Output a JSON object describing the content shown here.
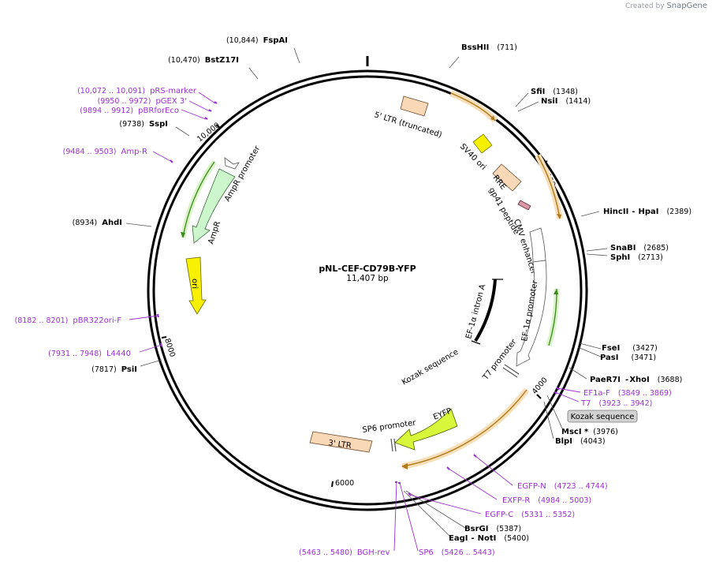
{
  "watermark": {
    "prefix": "Created by",
    "brand": "SnapGene"
  },
  "plasmid": {
    "name": "pNL-CEF-CD79B-YFP",
    "size_label": "11,407 bp"
  },
  "ticks": [
    "2000",
    "4000",
    "6000",
    "8000",
    "10,000"
  ],
  "sites": [
    {
      "name": "FspAI",
      "pos": "(10,844)"
    },
    {
      "name": "BstZ17I",
      "pos": "(10,470)"
    },
    {
      "name": "SspI",
      "pos": "(9738)"
    },
    {
      "name": "AhdI",
      "pos": "(8934)"
    },
    {
      "name": "PsiI",
      "pos": "(7817)"
    },
    {
      "name": "BssHII",
      "pos": "(711)"
    },
    {
      "name": "SfiI",
      "pos": "(1348)"
    },
    {
      "name": "NsiI",
      "pos": "(1414)"
    },
    {
      "name": "HincII",
      "name2": "HpaI",
      "pos": "(2389)"
    },
    {
      "name": "SnaBI",
      "pos": "(2685)"
    },
    {
      "name": "SphI",
      "pos": "(2713)"
    },
    {
      "name": "FseI",
      "pos": "(3427)"
    },
    {
      "name": "PasI",
      "pos": "(3471)"
    },
    {
      "name": "PaeR7I",
      "name2": "XhoI",
      "pos": "(3688)"
    },
    {
      "name": "MscI *",
      "pos": "(3976)"
    },
    {
      "name": "BlpI",
      "pos": "(4043)"
    },
    {
      "name": "BsrGI",
      "pos": "(5387)"
    },
    {
      "name": "EagI",
      "name2": "NotI",
      "pos": "(5400)"
    }
  ],
  "primers": [
    {
      "name": "pRS-marker",
      "pos": "(10,072 .. 10,091)"
    },
    {
      "name": "pGEX 3'",
      "pos": "(9950 .. 9972)"
    },
    {
      "name": "pBRforEco",
      "pos": "(9894 .. 9912)"
    },
    {
      "name": "Amp-R",
      "pos": "(9484 .. 9503)"
    },
    {
      "name": "pBR322ori-F",
      "pos": "(8182 .. 8201)"
    },
    {
      "name": "L4440",
      "pos": "(7931 .. 7948)"
    },
    {
      "name": "EF1a-F",
      "pos": "(3849 .. 3869)"
    },
    {
      "name": "T7",
      "pos": "(3923 .. 3942)"
    },
    {
      "name": "EGFP-N",
      "pos": "(4723 .. 4744)"
    },
    {
      "name": "EXFP-R",
      "pos": "(4984 .. 5003)"
    },
    {
      "name": "EGFP-C",
      "pos": "(5331 .. 5352)"
    },
    {
      "name": "BGH-rev",
      "pos": "(5463 .. 5480)"
    },
    {
      "name": "SP6",
      "pos": "(5426 .. 5443)"
    }
  ],
  "features": {
    "ltr5": "5' LTR (truncated)",
    "sv40": "SV40 ori",
    "rre": "RRE",
    "gp41": "gp41 peptide",
    "cmv": "CMV enhancer",
    "ef1a_promoter": "EF-1α promoter",
    "ef1a_intron": "EF-1α intron A",
    "t7": "T7 promoter",
    "kozak": "Kozak sequence",
    "kozak_box": "Kozak sequence",
    "eyfp": "EYFP",
    "sp6": "SP6 promoter",
    "ltr3": "3' LTR",
    "ampr_promoter": "AmpR promoter",
    "ampr": "AmpR",
    "ori": "ori"
  },
  "colors": {
    "backbone": "#000000",
    "ltr": "#f9d8b8",
    "sv40": "#f5f000",
    "rre": "#f9d8b8",
    "gp41": "#d89aa8",
    "ampr": "#ccf7cc",
    "ori": "#f7f000",
    "eyfp": "#d9f73a",
    "orf_orange": "#e6a23c",
    "orf_green": "#93d36a",
    "primer": "#9b30d0"
  }
}
